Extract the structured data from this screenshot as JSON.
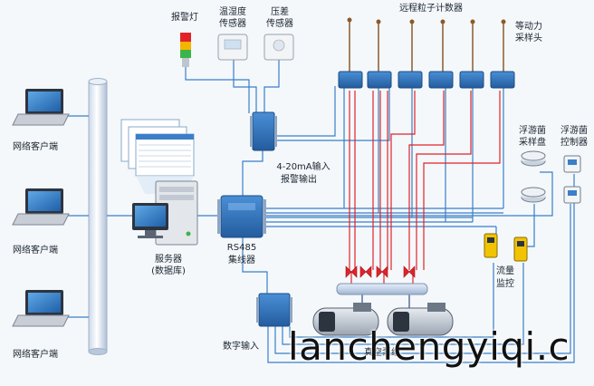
{
  "labels": {
    "alarm_light": "报警灯",
    "temp_humidity_1": "温湿度",
    "temp_humidity_2": "传感器",
    "pressure_diff_1": "压差",
    "pressure_diff_2": "传感器",
    "remote_counter": "远程粒子计数器",
    "iso_sampler_1": "等动力",
    "iso_sampler_2": "采样头",
    "plankton_plate_1": "浮游菌",
    "plankton_plate_2": "采样盘",
    "plankton_ctrl_1": "浮游菌",
    "plankton_ctrl_2": "控制器",
    "analog_io_1": "4-20mA输入",
    "analog_io_2": "报警输出",
    "rs485_1": "RS485",
    "rs485_2": "集线器",
    "server_1": "服务器",
    "server_2": "(数据库)",
    "flow_1": "流量",
    "flow_2": "监控",
    "digital_input": "数字输入",
    "vacuum": "真空泵组",
    "client_1": "网络客户端",
    "client_2": "网络客户端",
    "client_3": "网络客户端"
  },
  "watermark": "lanchengyiqi.c",
  "colors": {
    "cable_blue": "#3a7fc8",
    "cable_red": "#e0232a",
    "module_blue": "#2e6fb6",
    "pipe": "#c9d6e6"
  }
}
